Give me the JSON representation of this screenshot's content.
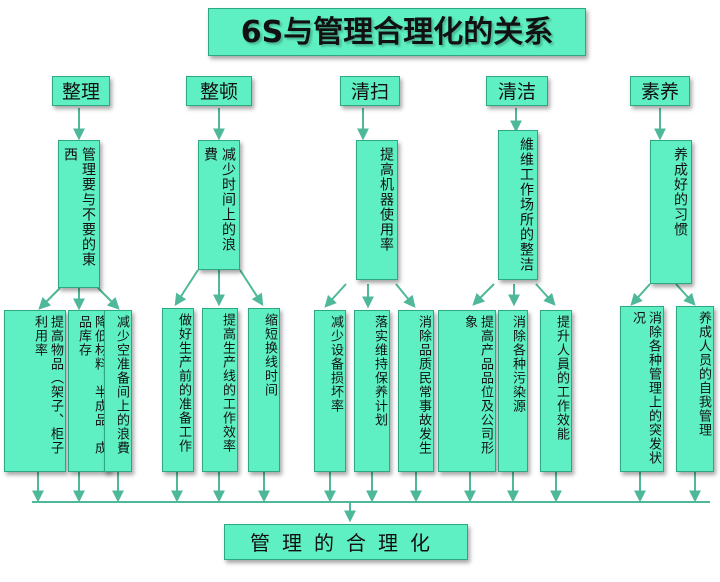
{
  "title": "6S与管理合理化的关系",
  "categories": [
    {
      "label": "整理",
      "purpose": "管理要与不要的東西",
      "results": [
        "提高物品（架子、柜子利用率",
        "降低材料、半成品、成品库存",
        "减少空准备间上的浪費"
      ]
    },
    {
      "label": "整顿",
      "purpose": "减少时间上的浪費",
      "results": [
        "做好生产前的准备工作",
        "提高生产线的工作效率",
        "缩短换线时间"
      ]
    },
    {
      "label": "清扫",
      "purpose": "提高机器使用率",
      "results": [
        "减少设备损坏率",
        "落实维持保养计划",
        "消除品质民常事故发生"
      ]
    },
    {
      "label": "清洁",
      "purpose": "維维工作场所的整洁",
      "results": [
        "提高产品品位及公司形象",
        "消除各种污染源",
        "提升人員的工作效能"
      ]
    },
    {
      "label": "素养",
      "purpose": "养成好的习惯",
      "results": [
        "消除各种管理上的突发状况",
        "养成人员的自我管理"
      ]
    }
  ],
  "bottom": "管理的合理化",
  "colors": {
    "box_fill": "#5ef0c2",
    "box_border": "#2ea883",
    "arrow": "#4fb89a"
  }
}
